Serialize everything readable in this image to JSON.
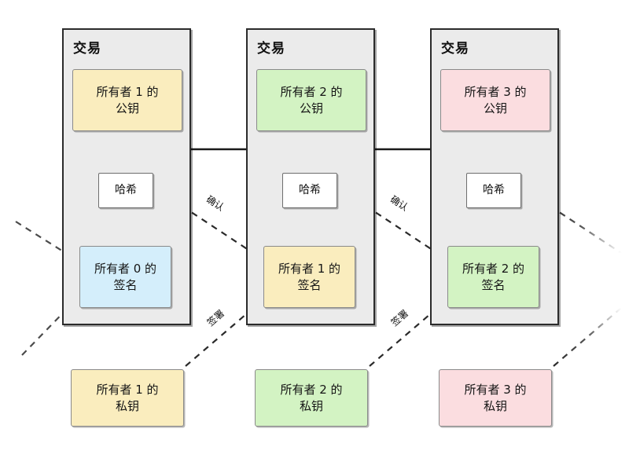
{
  "diagram": {
    "title": "Transaction chain (Chinese)",
    "panel_label": "交易",
    "colors": {
      "panel_fill": "#ebebeb",
      "panel_stroke": "#2b2b2b",
      "yellow": "#faedbe",
      "green": "#d3f3c3",
      "pink": "#fbdde0",
      "blue": "#d4eefb",
      "white": "#ffffff",
      "line": "#1a1a1a",
      "dashed": "#333333"
    },
    "transactions": [
      {
        "title": "交易",
        "public_key": {
          "line1": "所有者 1 的",
          "line2": "公钥",
          "color": "yellow"
        },
        "hash": "哈希",
        "signature": {
          "line1": "所有者 0 的",
          "line2": "签名",
          "color": "blue"
        }
      },
      {
        "title": "交易",
        "public_key": {
          "line1": "所有者 2 的",
          "line2": "公钥",
          "color": "green"
        },
        "hash": "哈希",
        "signature": {
          "line1": "所有者 1 的",
          "line2": "签名",
          "color": "yellow"
        }
      },
      {
        "title": "交易",
        "public_key": {
          "line1": "所有者 3 的",
          "line2": "公钥",
          "color": "pink"
        },
        "hash": "哈希",
        "signature": {
          "line1": "所有者 2 的",
          "line2": "签名",
          "color": "green"
        }
      }
    ],
    "private_keys": [
      {
        "line1": "所有者 1 的",
        "line2": "私钥",
        "color": "yellow"
      },
      {
        "line1": "所有者 2 的",
        "line2": "私钥",
        "color": "green"
      },
      {
        "line1": "所有者 3 的",
        "line2": "私钥",
        "color": "pink"
      }
    ],
    "edge_labels": {
      "verify": "确认",
      "sign": "签署"
    },
    "verify_labels": [
      "确认",
      "确认"
    ],
    "sign_labels": [
      "签署",
      "签署"
    ]
  }
}
